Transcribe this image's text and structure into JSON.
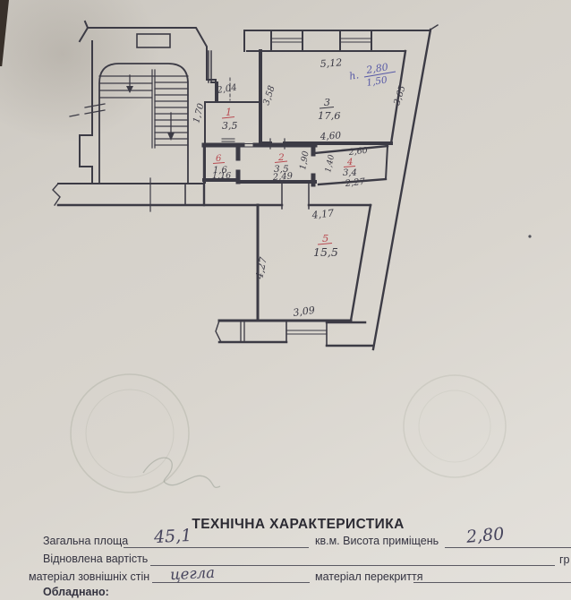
{
  "plan": {
    "rooms": {
      "r1": {
        "num": "1",
        "area": "3,5"
      },
      "r2": {
        "num": "2",
        "area": "3,5"
      },
      "r3": {
        "num": "3",
        "area": "17,6"
      },
      "r4": {
        "num": "4",
        "area": "3,4"
      },
      "r5": {
        "num": "5",
        "area": "15,5"
      },
      "r6": {
        "num": "6",
        "area": "1,6"
      }
    },
    "dims": {
      "d204": "2,04",
      "d170": "1,70",
      "d512": "5,12",
      "d358": "3,58",
      "d365": "3,65",
      "d460": "4,60",
      "d260": "2,60",
      "d190": "1,90",
      "d140": "1,40",
      "d227": "2,27",
      "d249": "2,49",
      "d116": "1,16",
      "d417": "4,17",
      "d427": "4,27",
      "d309": "3,09"
    },
    "note": {
      "h_prefix": "h.",
      "h_top": "2,80",
      "h_bottom": "1,50"
    }
  },
  "form": {
    "title": "ТЕХНІЧНА ХАРАКТЕРИСТИКА",
    "row1_label": "Загальна площа",
    "row1_value": "45,1",
    "row1_label2": "кв.м. Висота приміщень",
    "row1_value2": "2,80",
    "row2_label": "Відновлена вартість",
    "row2_suffix": "гр",
    "row3_label": "матеріал зовнішніх стін",
    "row3_value": "цегла",
    "row3_label2": "матеріал перекриття",
    "row4_label": "Обладнано:"
  },
  "colors": {
    "ink": "#3c3b45",
    "red": "#b84a50",
    "blue": "#5658a6",
    "paper": "#d7d3cc"
  }
}
